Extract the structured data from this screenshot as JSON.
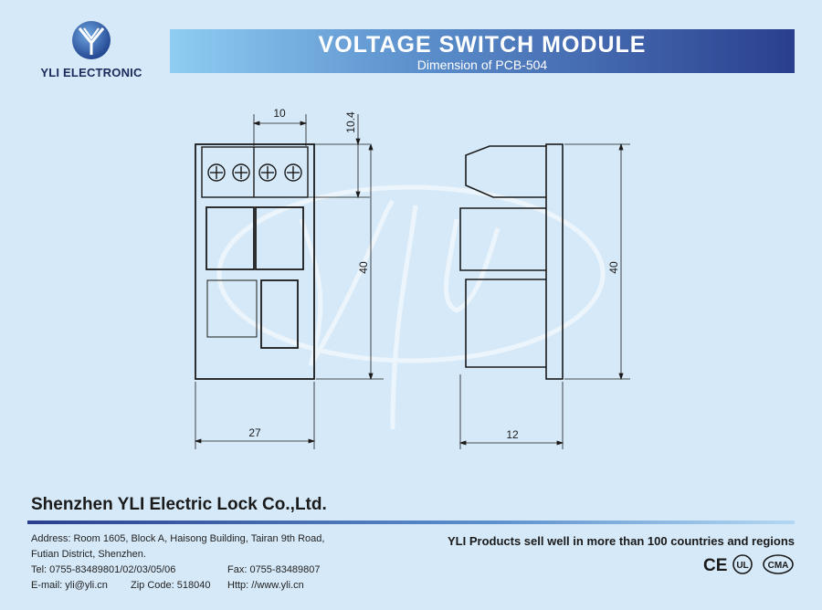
{
  "brand": {
    "logo_name": "YLI ELECTRONIC"
  },
  "header": {
    "title": "VOLTAGE SWITCH MODULE",
    "subtitle": "Dimension of PCB-504"
  },
  "dimensions": {
    "top_width": "10",
    "terminal_height": "10.4",
    "front_height": "40",
    "front_width": "27",
    "side_height": "40",
    "side_depth": "12"
  },
  "footer": {
    "company": "Shenzhen YLI Electric Lock Co.,Ltd.",
    "address_line1": "Address: Room 1605, Block A, Haisong Building, Tairan 9th Road,",
    "address_line2": "Futian District, Shenzhen.",
    "tel": "Tel: 0755-83489801/02/03/05/06",
    "fax": "Fax: 0755-83489807",
    "email": "E-mail: yli@yli.cn",
    "zip": "Zip Code: 518040",
    "web": "Http: //www.yli.cn",
    "tagline": "YLI Products sell well in more than 100 countries and regions",
    "certifications": [
      "CE",
      "UL",
      "CMA"
    ]
  }
}
